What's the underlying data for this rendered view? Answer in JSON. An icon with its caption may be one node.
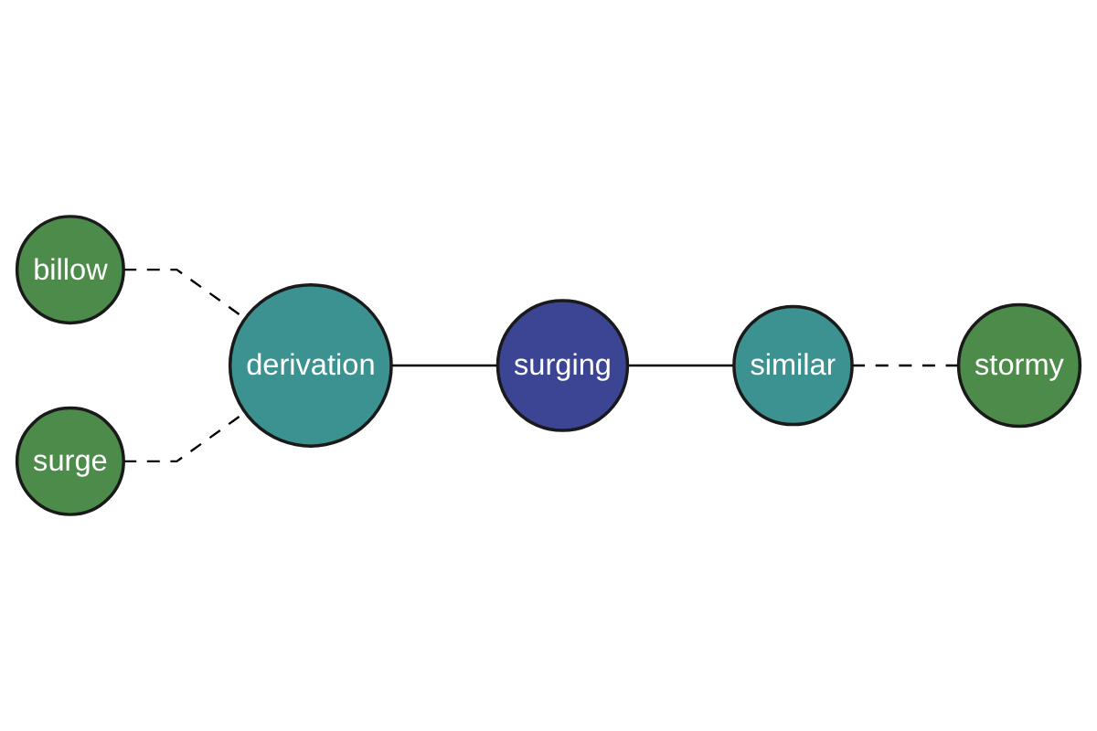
{
  "diagram": {
    "nodes": [
      {
        "text": [
          "billow"
        ]
      },
      {
        "text": [
          "derivation"
        ]
      },
      {
        "text": [
          "surge"
        ]
      },
      {
        "text": [
          "surging"
        ]
      },
      {
        "text": [
          "similar"
        ]
      },
      {
        "text": [
          "stormy"
        ]
      }
    ],
    "edges": [
      {
        "from": 0,
        "to": 1,
        "arrow": "none",
        "style": "dashed"
      },
      {
        "from": 2,
        "to": 1,
        "arrow": "none",
        "style": "dashed"
      },
      {
        "from": 1,
        "to": 3,
        "arrow": "none"
      },
      {
        "from": 3,
        "to": 4,
        "arrow": "none"
      },
      {
        "from": 4,
        "to": 5,
        "arrow": "none",
        "style": "dashed"
      }
    ]
  }
}
